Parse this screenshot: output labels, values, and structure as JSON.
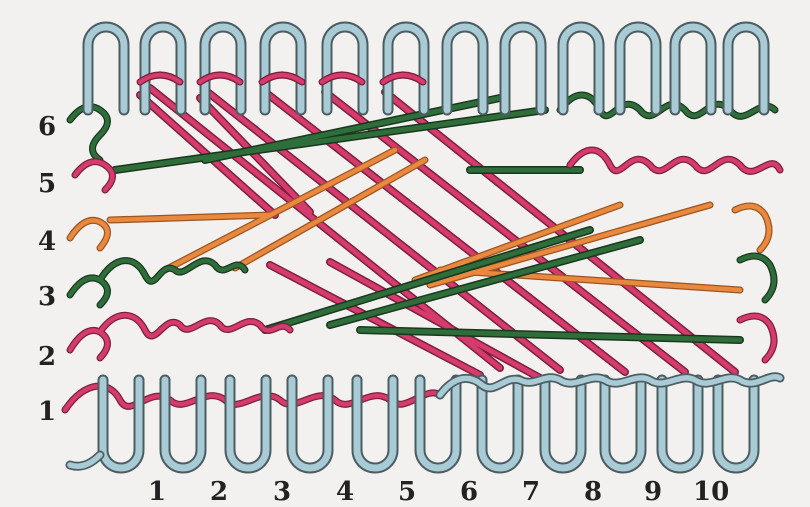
{
  "colors": {
    "background": "#f3f1ef",
    "blue_loops": "#a9cbd6",
    "pink_yarn": "#d63b6e",
    "green_yarn": "#2f6e3a",
    "orange_yarn": "#e8893f",
    "outline": "#5a6b70",
    "label": "#222222"
  },
  "row_labels": [
    "1",
    "2",
    "3",
    "4",
    "5",
    "6"
  ],
  "column_labels": [
    "1",
    "2",
    "3",
    "4",
    "5",
    "6",
    "7",
    "8",
    "9",
    "10"
  ]
}
